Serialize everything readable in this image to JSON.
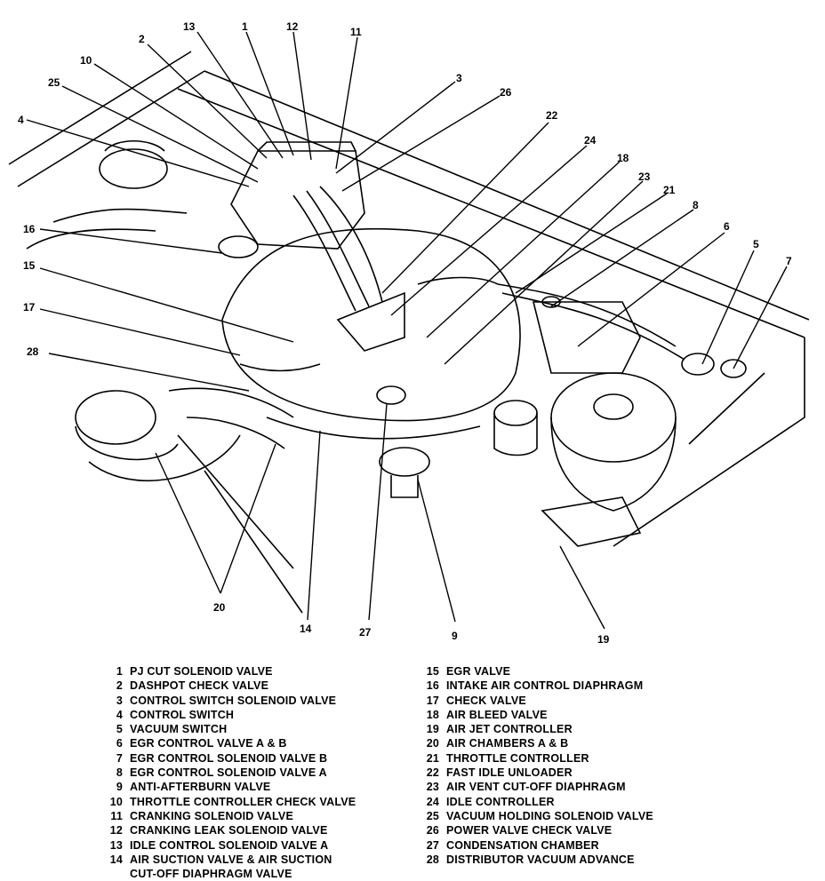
{
  "legend": {
    "left": [
      {
        "num": "1",
        "text": "PJ CUT SOLENOID VALVE"
      },
      {
        "num": "2",
        "text": "DASHPOT CHECK VALVE"
      },
      {
        "num": "3",
        "text": "CONTROL SWITCH SOLENOID VALVE"
      },
      {
        "num": "4",
        "text": "CONTROL SWITCH"
      },
      {
        "num": "5",
        "text": "VACUUM SWITCH"
      },
      {
        "num": "6",
        "text": "EGR CONTROL VALVE A & B"
      },
      {
        "num": "7",
        "text": "EGR CONTROL SOLENOID VALVE B"
      },
      {
        "num": "8",
        "text": "EGR CONTROL SOLENOID VALVE A"
      },
      {
        "num": "9",
        "text": "ANTI-AFTERBURN VALVE"
      },
      {
        "num": "10",
        "text": "THROTTLE CONTROLLER CHECK VALVE"
      },
      {
        "num": "11",
        "text": "CRANKING SOLENOID VALVE"
      },
      {
        "num": "12",
        "text": "CRANKING LEAK SOLENOID VALVE"
      },
      {
        "num": "13",
        "text": "IDLE CONTROL SOLENOID VALVE A"
      },
      {
        "num": "14",
        "text": "AIR SUCTION VALVE & AIR SUCTION",
        "cont": "CUT-OFF DIAPHRAGM VALVE"
      }
    ],
    "right": [
      {
        "num": "15",
        "text": "EGR VALVE"
      },
      {
        "num": "16",
        "text": "INTAKE AIR CONTROL DIAPHRAGM"
      },
      {
        "num": "17",
        "text": "CHECK VALVE"
      },
      {
        "num": "18",
        "text": "AIR BLEED VALVE"
      },
      {
        "num": "19",
        "text": "AIR JET CONTROLLER"
      },
      {
        "num": "20",
        "text": "AIR CHAMBERS A & B"
      },
      {
        "num": "21",
        "text": "THROTTLE CONTROLLER"
      },
      {
        "num": "22",
        "text": "FAST IDLE UNLOADER"
      },
      {
        "num": "23",
        "text": "AIR VENT CUT-OFF DIAPHRAGM"
      },
      {
        "num": "24",
        "text": "IDLE CONTROLLER"
      },
      {
        "num": "25",
        "text": "VACUUM HOLDING SOLENOID VALVE"
      },
      {
        "num": "26",
        "text": "POWER VALVE CHECK VALVE"
      },
      {
        "num": "27",
        "text": "CONDENSATION CHAMBER"
      },
      {
        "num": "28",
        "text": "DISTRIBUTOR VACUUM ADVANCE"
      }
    ]
  },
  "callouts": [
    {
      "id": "13",
      "text": "13"
    },
    {
      "id": "1",
      "text": "1"
    },
    {
      "id": "12",
      "text": "12"
    },
    {
      "id": "11",
      "text": "11"
    },
    {
      "id": "2",
      "text": "2"
    },
    {
      "id": "10",
      "text": "10"
    },
    {
      "id": "25",
      "text": "25"
    },
    {
      "id": "3",
      "text": "3"
    },
    {
      "id": "26",
      "text": "26"
    },
    {
      "id": "4",
      "text": "4"
    },
    {
      "id": "22",
      "text": "22"
    },
    {
      "id": "24",
      "text": "24"
    },
    {
      "id": "18",
      "text": "18"
    },
    {
      "id": "23",
      "text": "23"
    },
    {
      "id": "21",
      "text": "21"
    },
    {
      "id": "8",
      "text": "8"
    },
    {
      "id": "6",
      "text": "6"
    },
    {
      "id": "16",
      "text": "16"
    },
    {
      "id": "5",
      "text": "5"
    },
    {
      "id": "7",
      "text": "7"
    },
    {
      "id": "15",
      "text": "15"
    },
    {
      "id": "17",
      "text": "17"
    },
    {
      "id": "28",
      "text": "28"
    },
    {
      "id": "20",
      "text": "20"
    },
    {
      "id": "14",
      "text": "14"
    },
    {
      "id": "27",
      "text": "27"
    },
    {
      "id": "9",
      "text": "9"
    },
    {
      "id": "19",
      "text": "19"
    }
  ]
}
